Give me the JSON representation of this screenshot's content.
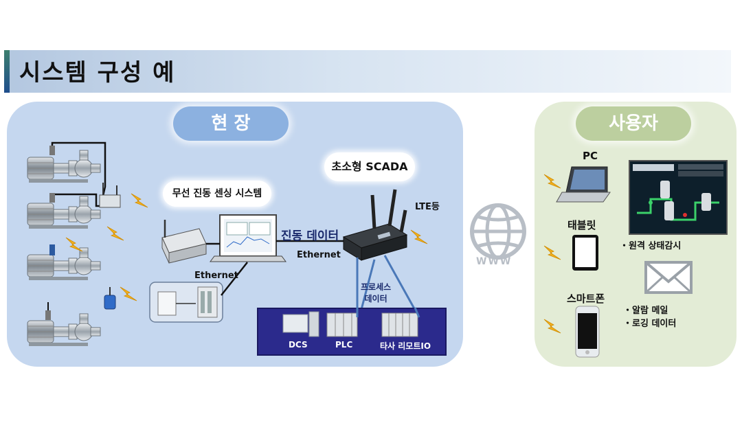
{
  "title": "시스템 구성 예",
  "field": {
    "heading": "현 장",
    "sensing_label": "무선 진동 센싱 시스템",
    "scada_label": "초소형 SCADA",
    "ethernet_top": "Ethernet",
    "ethernet_left": "Ethernet",
    "vibration_data": "진동 데이터",
    "lte_label": "LTE등",
    "process_line1": "프로세스",
    "process_line2": "데이터",
    "controllers": [
      "DCS",
      "PLC",
      "타사 리모트IO"
    ]
  },
  "network": {
    "www_label": "WWW"
  },
  "user": {
    "heading": "사용자",
    "pc_label": "PC",
    "tablet_label": "태블릿",
    "phone_label": "스마트폰",
    "bullet_monitor": "・원격 상태감시",
    "bullet_alarm": "・알람 메일",
    "bullet_logging": "・로깅 데이터"
  },
  "colors": {
    "field_panel": "#c5d7ef",
    "user_panel": "#e3ecd6",
    "field_pill": "#8cb1e0",
    "user_pill": "#bccf9f",
    "controller_box": "#2b2a8c",
    "lightning": "#f2b01e"
  }
}
